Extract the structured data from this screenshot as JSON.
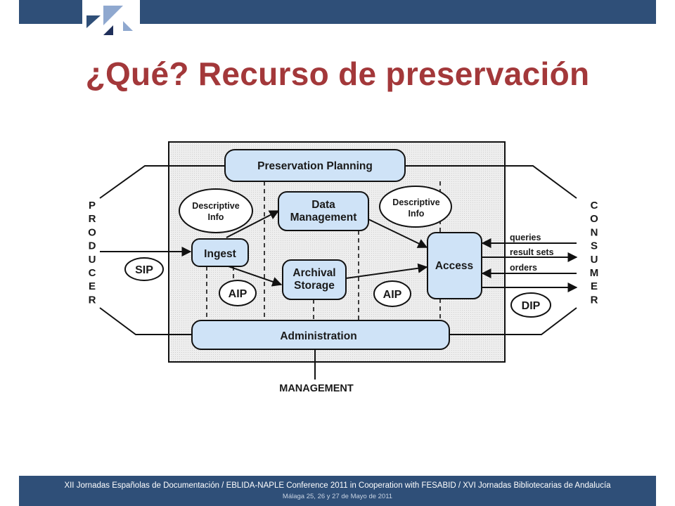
{
  "slide": {
    "title": "¿Qué? Recurso de preservación"
  },
  "diagram": {
    "boxes": {
      "preservation_planning": "Preservation Planning",
      "data_management_line1": "Data",
      "data_management_line2": "Management",
      "ingest": "Ingest",
      "archival_storage_line1": "Archival",
      "archival_storage_line2": "Storage",
      "access": "Access",
      "administration": "Administration"
    },
    "ellipses": {
      "descriptive_info_left_line1": "Descriptive",
      "descriptive_info_left_line2": "Info",
      "descriptive_info_right_line1": "Descriptive",
      "descriptive_info_right_line2": "Info",
      "sip": "SIP",
      "aip_left": "AIP",
      "aip_right": "AIP",
      "dip": "DIP"
    },
    "producer_letters": [
      "P",
      "R",
      "O",
      "D",
      "U",
      "C",
      "E",
      "R"
    ],
    "consumer_letters": [
      "C",
      "O",
      "N",
      "S",
      "U",
      "M",
      "E",
      "R"
    ],
    "consumer_flows": {
      "queries": "queries",
      "result_sets": "result sets",
      "orders": "orders"
    },
    "management_label": "MANAGEMENT"
  },
  "footer": {
    "line1": "XII Jornadas Españolas de Documentación / EBLIDA-NAPLE Conference 2011 in Cooperation with FESABID / XVI Jornadas Bibliotecarias de Andalucía",
    "line2": "Málaga 25, 26 y 27 de Mayo de 2011"
  },
  "colors": {
    "header_bar": "#2f4f78",
    "title": "#a3383a",
    "box_fill": "#cfe3f7",
    "panel_fill": "#ececec"
  }
}
